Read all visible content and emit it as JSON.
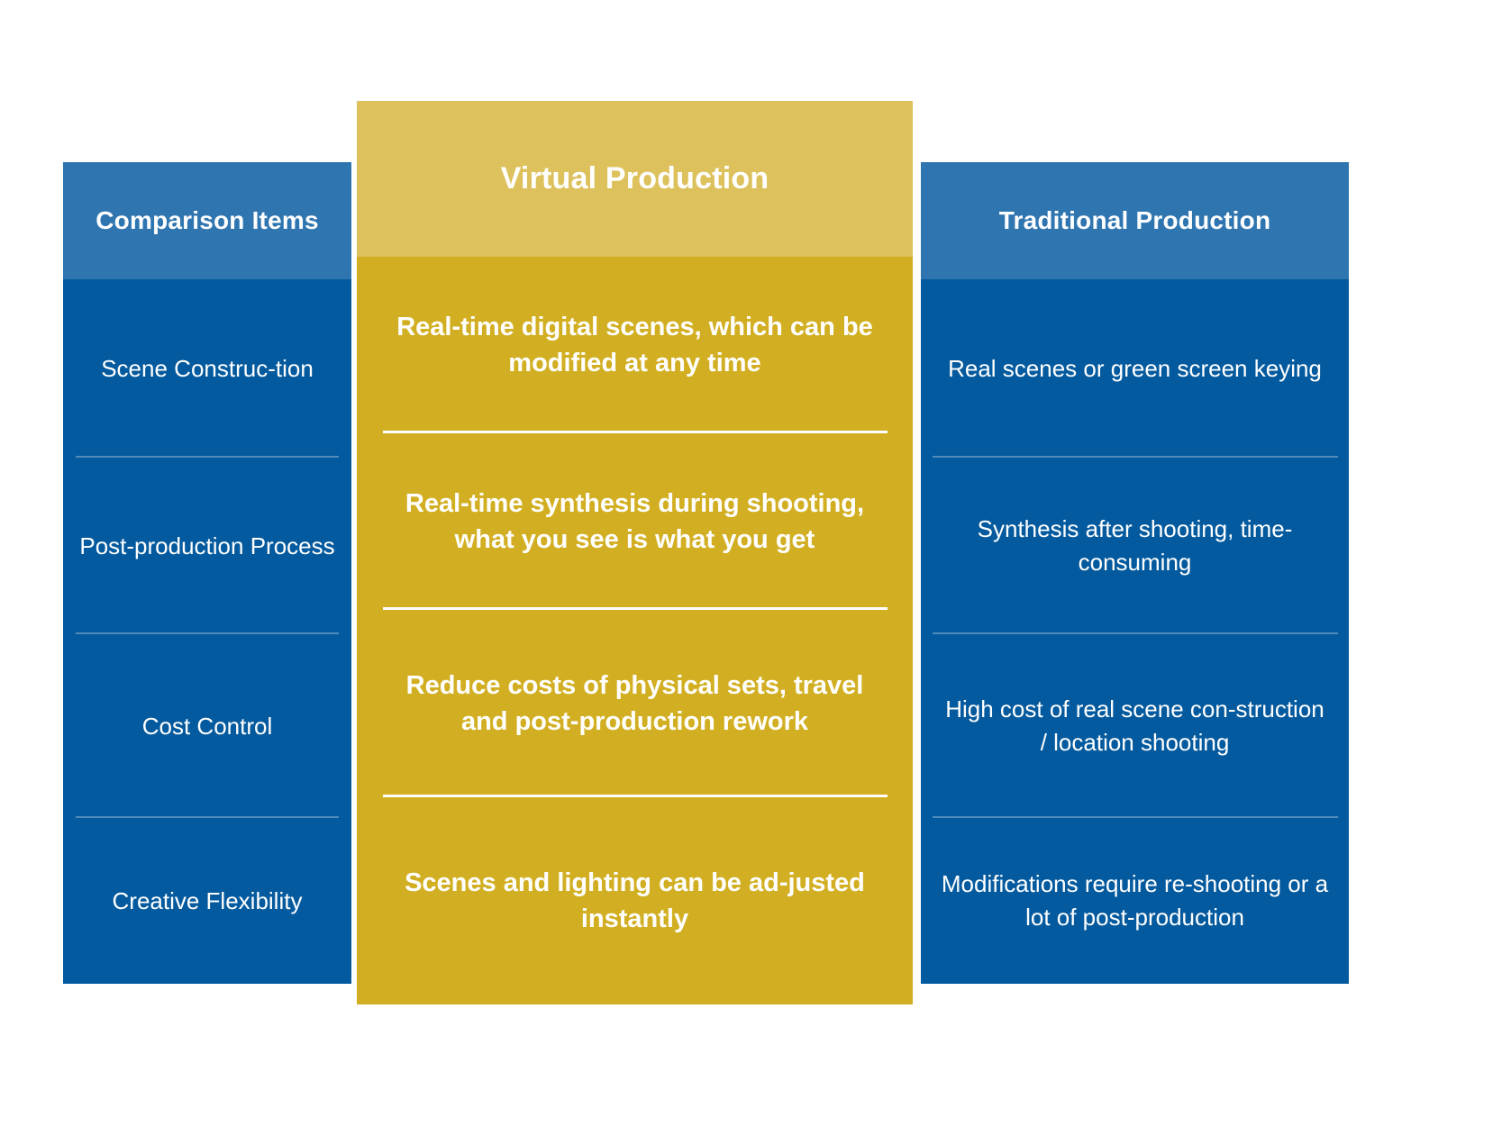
{
  "table": {
    "columns": {
      "left": {
        "header": "Comparison Items"
      },
      "middle": {
        "header": "Virtual Production"
      },
      "right": {
        "header": "Traditional Production"
      }
    },
    "rows": [
      {
        "item": "Scene Construc-tion",
        "item_line1": "Scene Construc-",
        "item_line2": "tion",
        "virtual_production": "Real-time digital scenes, which can be modified at any time",
        "traditional_production": "Real scenes or green screen keying"
      },
      {
        "item": "Post-production Process",
        "item_line1": "Post-production",
        "item_line2": "Process",
        "virtual_production": "Real-time synthesis during shooting, what you see is what you get",
        "traditional_production": "Synthesis after shooting, time-consuming"
      },
      {
        "item": "Cost Control",
        "item_line1": "Cost Control",
        "item_line2": "",
        "virtual_production": "Reduce costs of physical sets, travel and post-production rework",
        "traditional_production": "High cost of real scene con-struction / location shooting"
      },
      {
        "item": "Creative Flexibility",
        "item_line1": "Creative Flexibility",
        "item_line2": "",
        "virtual_production": "Scenes and lighting can be ad-justed instantly",
        "traditional_production": "Modifications require re-shooting or a lot of post-production"
      }
    ]
  },
  "colors": {
    "header_blue": "#2f75b0",
    "body_blue": "#045a9e",
    "header_gold": "#ddc15c",
    "body_gold": "#d2af22",
    "text_white": "#ffffff",
    "background": "#ffffff"
  }
}
